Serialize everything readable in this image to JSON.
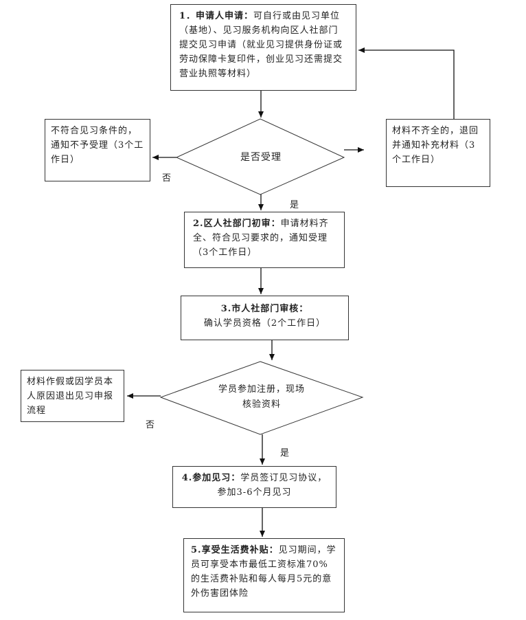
{
  "nodes": {
    "apply": {
      "title": "1．申请人申请：",
      "text": "可自行或由见习单位（基地）、见习服务机构向区人社部门提交见习申请（就业见习提供身份证或劳动保障卡复印件，创业见习还需提交营业执照等材料）"
    },
    "accept_decision": {
      "text": "是否受理"
    },
    "reject": {
      "text": "不符合见习条件的，通知不予受理（3个工作日）"
    },
    "supplement": {
      "text": "材料不齐全的，退回并通知补充材料（3个工作日）"
    },
    "district_review": {
      "title": "2.区人社部门初审：",
      "text": "申请材料齐全、符合见习要求的，通知受理（3个工作日）"
    },
    "city_review": {
      "title": "3.市人社部门审核：",
      "text": "确认学员资格（2个工作日）"
    },
    "verify_decision": {
      "text": "学员参加注册，现场核验资料"
    },
    "withdraw": {
      "text": "材料作假或因学员本人原因退出见习申报流程"
    },
    "participate": {
      "title": "4.参加见习：",
      "text": "学员签订见习协议，参加3-6个月见习"
    },
    "subsidy": {
      "title": "5.享受生活费补贴：",
      "text": "见习期间，学员可享受本市最低工资标准70%的生活费补贴和每人每月5元的意外伤害团体险"
    }
  },
  "labels": {
    "no1": "否",
    "yes1": "是",
    "no2": "否",
    "yes2": "是"
  }
}
